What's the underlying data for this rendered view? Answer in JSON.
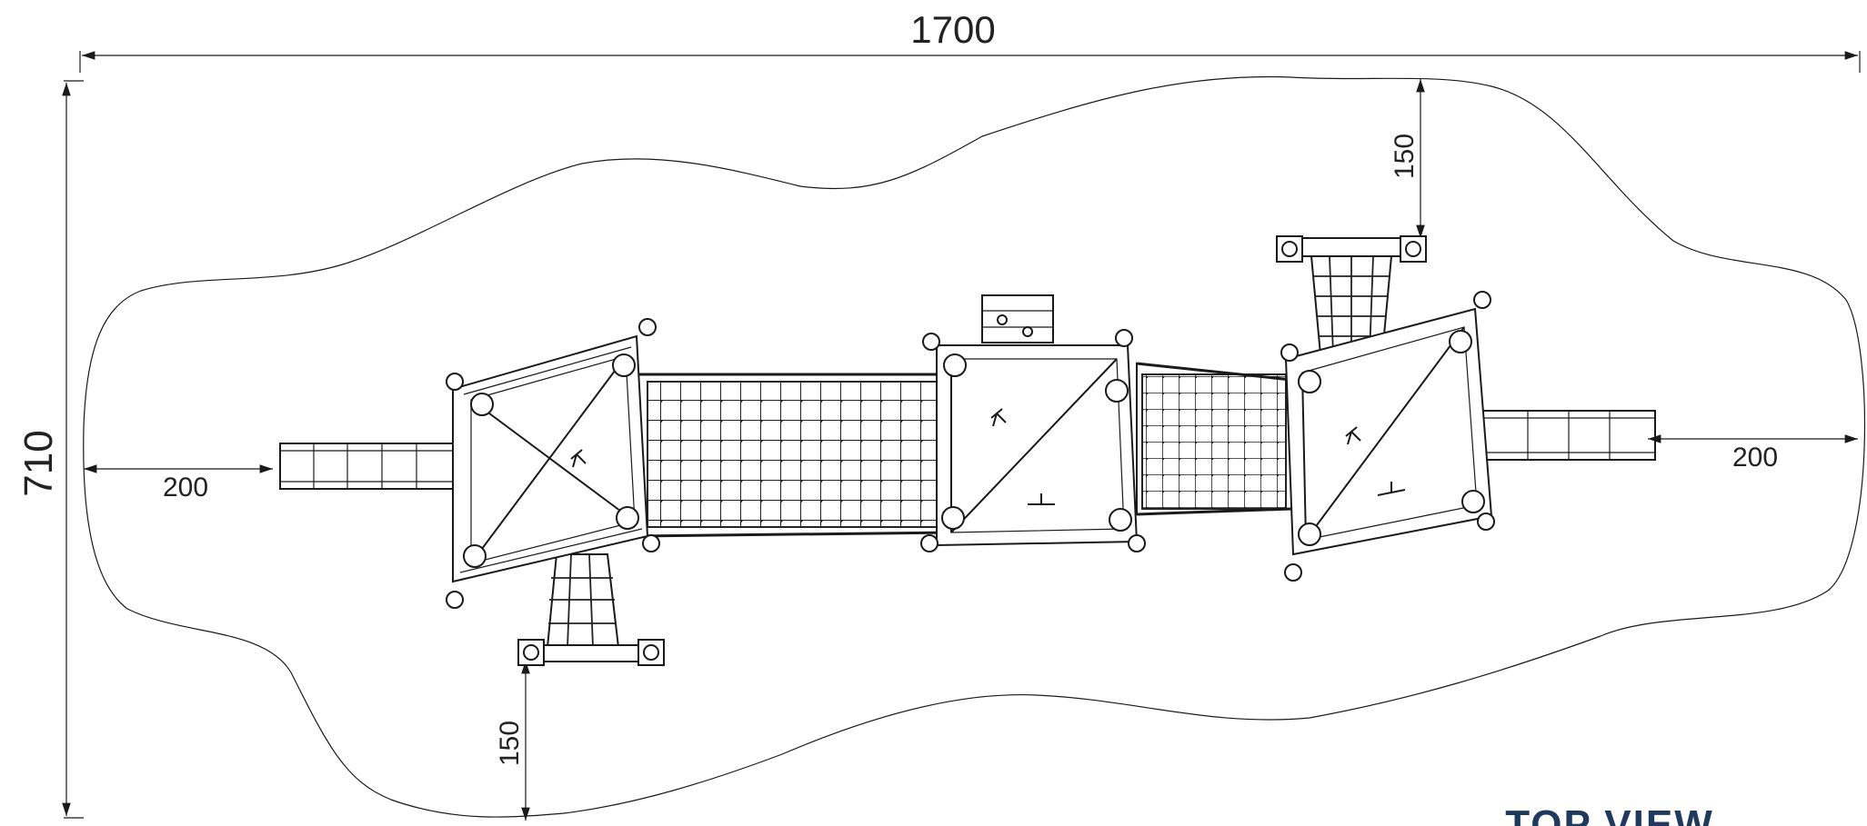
{
  "dimensions": {
    "overall_width": "1700",
    "overall_height": "710",
    "left_clearance": "200",
    "right_clearance": "200",
    "top_clearance": "150",
    "bottom_clearance": "150"
  },
  "view_label": "TOP VIEW",
  "colors": {
    "line": "#1a1a1a",
    "label": "#1f3a5f"
  }
}
